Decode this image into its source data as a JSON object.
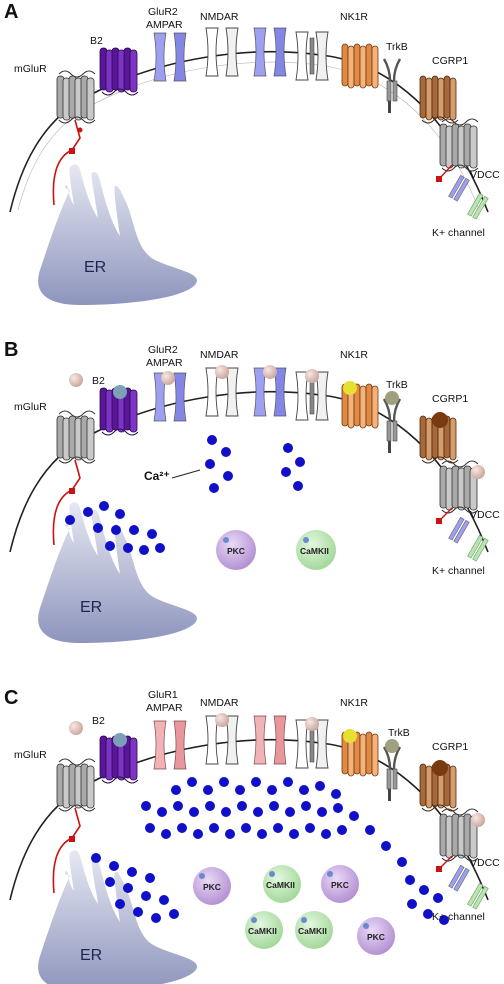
{
  "panels": [
    {
      "letter": "A",
      "labels": {
        "mglur": "mGluR",
        "b2": "B2",
        "ampar_top": "GluR2",
        "ampar_bottom": "AMPAR",
        "nmdar": "NMDAR",
        "nk1r": "NK1R",
        "trkb": "TrkB",
        "cgrp1": "CGRP1",
        "vdcc": "VDCC",
        "kchannel": "K+ channel",
        "er": "ER"
      }
    },
    {
      "letter": "B",
      "labels": {
        "mglur": "mGluR",
        "b2": "B2",
        "ampar_top": "GluR2",
        "ampar_bottom": "AMPAR",
        "nmdar": "NMDAR",
        "nk1r": "NK1R",
        "trkb": "TrkB",
        "cgrp1": "CGRP1",
        "vdcc": "VDCC",
        "kchannel": "K+ channel",
        "er": "ER",
        "calcium": "Ca²⁺",
        "pkc": "PKC",
        "camkii": "CaMKII"
      }
    },
    {
      "letter": "C",
      "labels": {
        "mglur": "mGluR",
        "b2": "B2",
        "ampar_top": "GluR1",
        "ampar_bottom": "AMPAR",
        "nmdar": "NMDAR",
        "nk1r": "NK1R",
        "trkb": "TrkB",
        "cgrp1": "CGRP1",
        "vdcc": "VDCC",
        "kchannel": "K+ channel",
        "er": "ER",
        "pkc": "PKC",
        "camkii": "CaMKII"
      }
    }
  ],
  "colors": {
    "b2": "#6a1fb0",
    "ampar_glur2": "#9d9ff0",
    "ampar_glur1": "#f2a9ad",
    "nmdar": "#ffffff",
    "nk1r": "#f0a060",
    "cgrp1": "#c7864a",
    "mglur": "#b8b8b8",
    "calcium": "#1010c8",
    "pkc": "#c9a8e0",
    "camkii": "#b8e6b0",
    "er": "#aab0cf",
    "ligand": "#e2c2bc",
    "tether": "#cc1111"
  }
}
